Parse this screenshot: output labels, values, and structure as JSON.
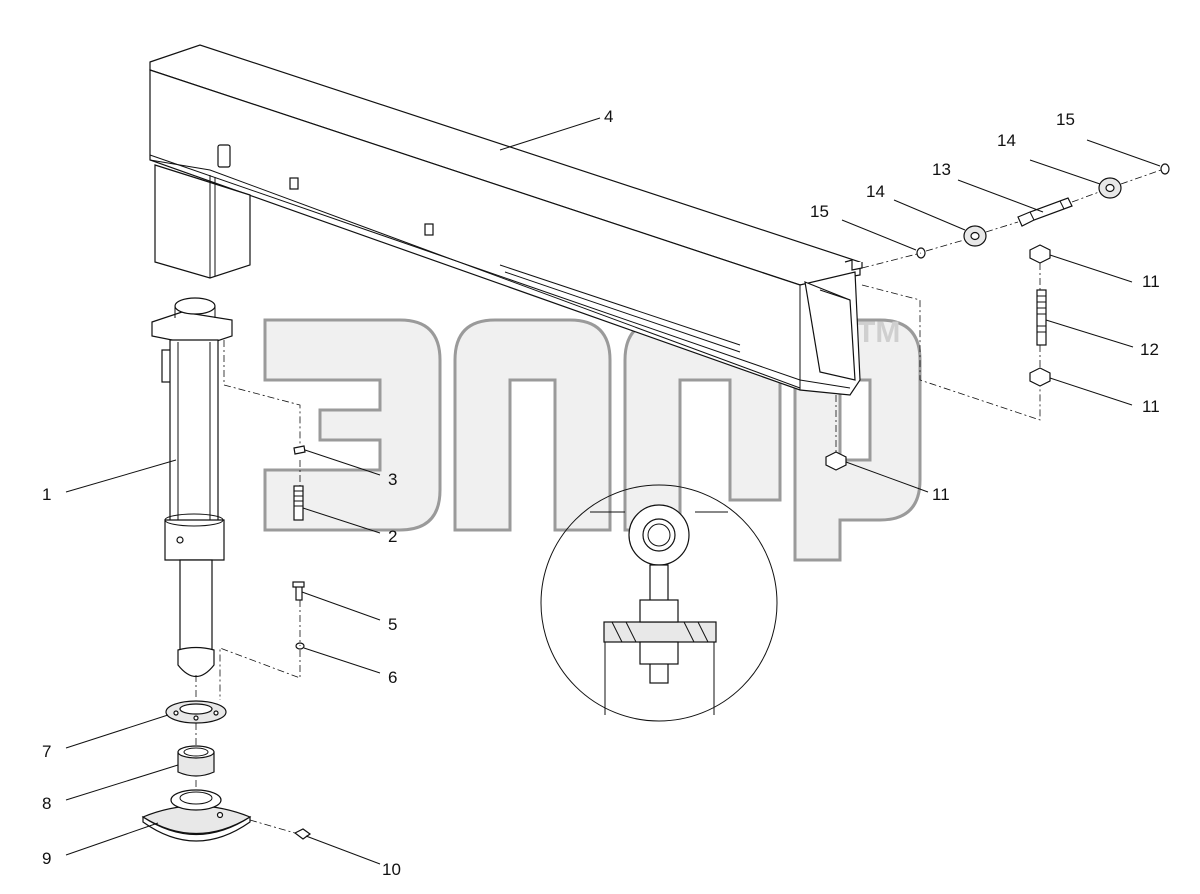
{
  "callouts": {
    "c1": "1",
    "c2": "2",
    "c3": "3",
    "c4": "4",
    "c5": "5",
    "c6": "6",
    "c7": "7",
    "c8": "8",
    "c9": "9",
    "c10": "10",
    "c11a": "11",
    "c11b": "11",
    "c11c": "11",
    "c12": "12",
    "c13": "13",
    "c14a": "14",
    "c14b": "14",
    "c15a": "15",
    "c15b": "15"
  },
  "watermark": {
    "trademark": "TM"
  },
  "colors": {
    "line": "#111111",
    "watermark": "#9a9a9a",
    "background": "#ffffff"
  }
}
